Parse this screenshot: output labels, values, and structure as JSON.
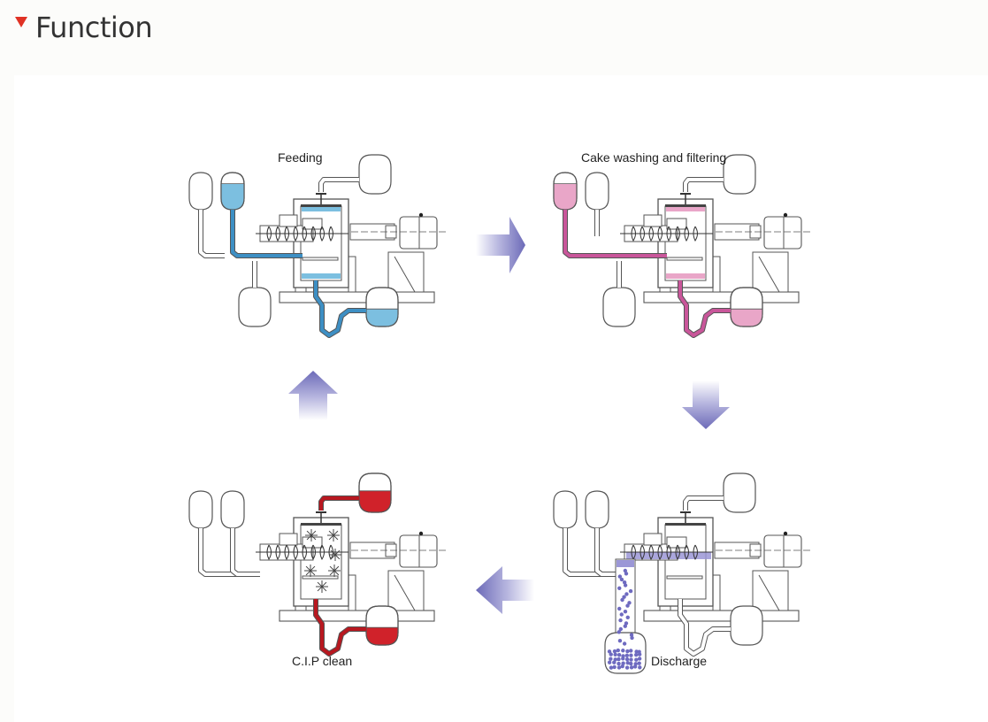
{
  "header": {
    "title": "Function",
    "marker_icon": "triangle-down-icon",
    "marker_color": "#e03224"
  },
  "diagram": {
    "stages": [
      {
        "id": "feeding",
        "label": "Feeding",
        "fluid_color": "#7cbfe0",
        "fluid_dark": "#3d8fc4",
        "label_position": "top"
      },
      {
        "id": "cake-washing",
        "label": "Cake washing and filtering",
        "fluid_color": "#e9a6c8",
        "fluid_dark": "#c9569a",
        "label_position": "top"
      },
      {
        "id": "discharge",
        "label": "Discharge",
        "fluid_color": "#9b97d6",
        "fluid_dark": "#6e6ac0",
        "label_position": "bottom"
      },
      {
        "id": "cip-clean",
        "label": "C.I.P clean",
        "fluid_color": "#d0222a",
        "fluid_dark": "#b81820",
        "label_position": "bottom"
      }
    ],
    "flow_arrows": [
      {
        "from": "feeding",
        "to": "cake-washing",
        "direction": "right"
      },
      {
        "from": "cake-washing",
        "to": "discharge",
        "direction": "down"
      },
      {
        "from": "discharge",
        "to": "cip-clean",
        "direction": "left"
      },
      {
        "from": "cip-clean",
        "to": "feeding",
        "direction": "up"
      }
    ],
    "arrow_color": "#6c6ab8"
  }
}
